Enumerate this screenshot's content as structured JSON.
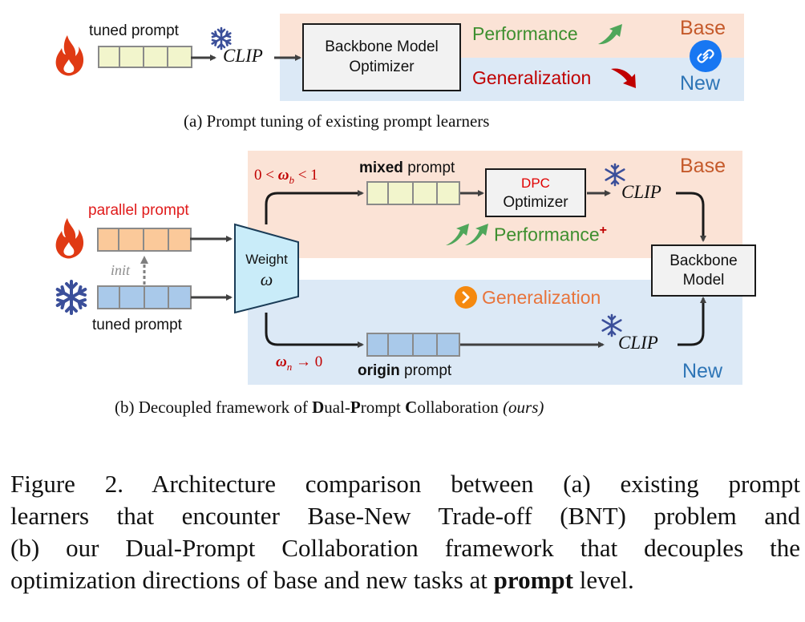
{
  "figure_number": "Figure 2.",
  "panel_a": {
    "tuned_prompt_label": "tuned prompt",
    "clip_label": "CLIP",
    "optimizer_box": {
      "line1": "Backbone Model",
      "line2": "Optimizer"
    },
    "performance_label": "Performance",
    "generalization_label": "Generalization",
    "base_label": "Base",
    "new_label": "New",
    "caption": "(a) Prompt tuning of existing prompt learners",
    "colors": {
      "tuned_prompt_cell": "#f2f5cc",
      "performance": "#3e8f2f",
      "generalization": "#c00000",
      "base": "#c55a2b",
      "new": "#2e75b6",
      "link_badge": "#1877f2"
    }
  },
  "panel_b": {
    "parallel_prompt_label": "parallel prompt",
    "tuned_prompt_label": "tuned prompt",
    "init_label": "init",
    "weight_box": {
      "line1": "Weight",
      "line2": "ω"
    },
    "base_weight_condition": "0 < ω_b < 1",
    "new_weight_condition": "ω_n → 0",
    "mixed_prompt": {
      "bold": "mixed",
      "rest": " prompt"
    },
    "origin_prompt": {
      "bold": "origin",
      "rest": " prompt"
    },
    "dpc_optimizer": {
      "line1": "DPC",
      "line2": "Optimizer"
    },
    "clip_label": "CLIP",
    "performance_label": "Performance",
    "performance_sup": "+",
    "generalization_label": "Generalization",
    "backbone_box": {
      "line1": "Backbone",
      "line2": "Model"
    },
    "base_label": "Base",
    "new_label": "New",
    "caption": {
      "prefix": "(b) Decoupled framework of ",
      "d": "D",
      "ual": "ual-",
      "p": "P",
      "rompt": "rompt ",
      "c": "C",
      "ollab": "ollaboration ",
      "ours": "(ours)"
    },
    "colors": {
      "parallel_prompt_cell": "#fbc99a",
      "tuned_prompt_cell": "#a9c9ea",
      "mixed_prompt_cell": "#f2f5cc",
      "weight_box": "#c9ecf9",
      "dpc": "#e00000",
      "performance": "#3e8f2f",
      "generalization": "#e8743b",
      "generalization_badge": "#f5890f"
    }
  },
  "figure_caption": {
    "line1": "Figure 2.  Architecture comparison between (a) existing prompt",
    "line2": "learners that encounter Base-New Trade-off (BNT) problem and",
    "line3": "(b) our Dual-Prompt Collaboration framework that decouples the",
    "line4_pre": "optimization directions of base and new tasks at ",
    "line4_bold": "prompt",
    "line4_post": " level."
  }
}
